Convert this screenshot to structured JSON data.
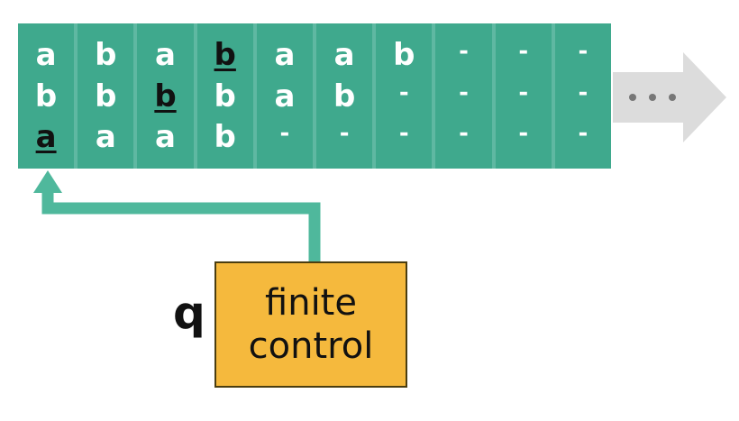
{
  "tape": {
    "cells": [
      {
        "symbols": [
          {
            "text": "a"
          },
          {
            "text": "b"
          },
          {
            "text": "a",
            "head": true
          }
        ]
      },
      {
        "symbols": [
          {
            "text": "b"
          },
          {
            "text": "b"
          },
          {
            "text": "a"
          }
        ]
      },
      {
        "symbols": [
          {
            "text": "a"
          },
          {
            "text": "b",
            "head": true
          },
          {
            "text": "a"
          }
        ]
      },
      {
        "symbols": [
          {
            "text": "b",
            "head": true
          },
          {
            "text": "b"
          },
          {
            "text": "b"
          }
        ]
      },
      {
        "symbols": [
          {
            "text": "a"
          },
          {
            "text": "a"
          },
          {
            "text": "-"
          }
        ]
      },
      {
        "symbols": [
          {
            "text": "a"
          },
          {
            "text": "b"
          },
          {
            "text": "-"
          }
        ]
      },
      {
        "symbols": [
          {
            "text": "b"
          },
          {
            "text": "-"
          },
          {
            "text": "-"
          }
        ]
      },
      {
        "symbols": [
          {
            "text": "-"
          },
          {
            "text": "-"
          },
          {
            "text": "-"
          }
        ]
      },
      {
        "symbols": [
          {
            "text": "-"
          },
          {
            "text": "-"
          },
          {
            "text": "-"
          }
        ]
      },
      {
        "symbols": [
          {
            "text": "-"
          },
          {
            "text": "-"
          },
          {
            "text": "-"
          }
        ]
      }
    ],
    "continuation_icon": "right-arrow-ellipsis-icon"
  },
  "control": {
    "state": "q",
    "label_lines": [
      "finite",
      "control"
    ]
  },
  "colors": {
    "tape_cell": "#3fa98d",
    "tape_border": "#5fb8a2",
    "control_box": "#f5b93d",
    "head_pointer": "#4fb89c",
    "arrow": "#dcdcdc"
  }
}
